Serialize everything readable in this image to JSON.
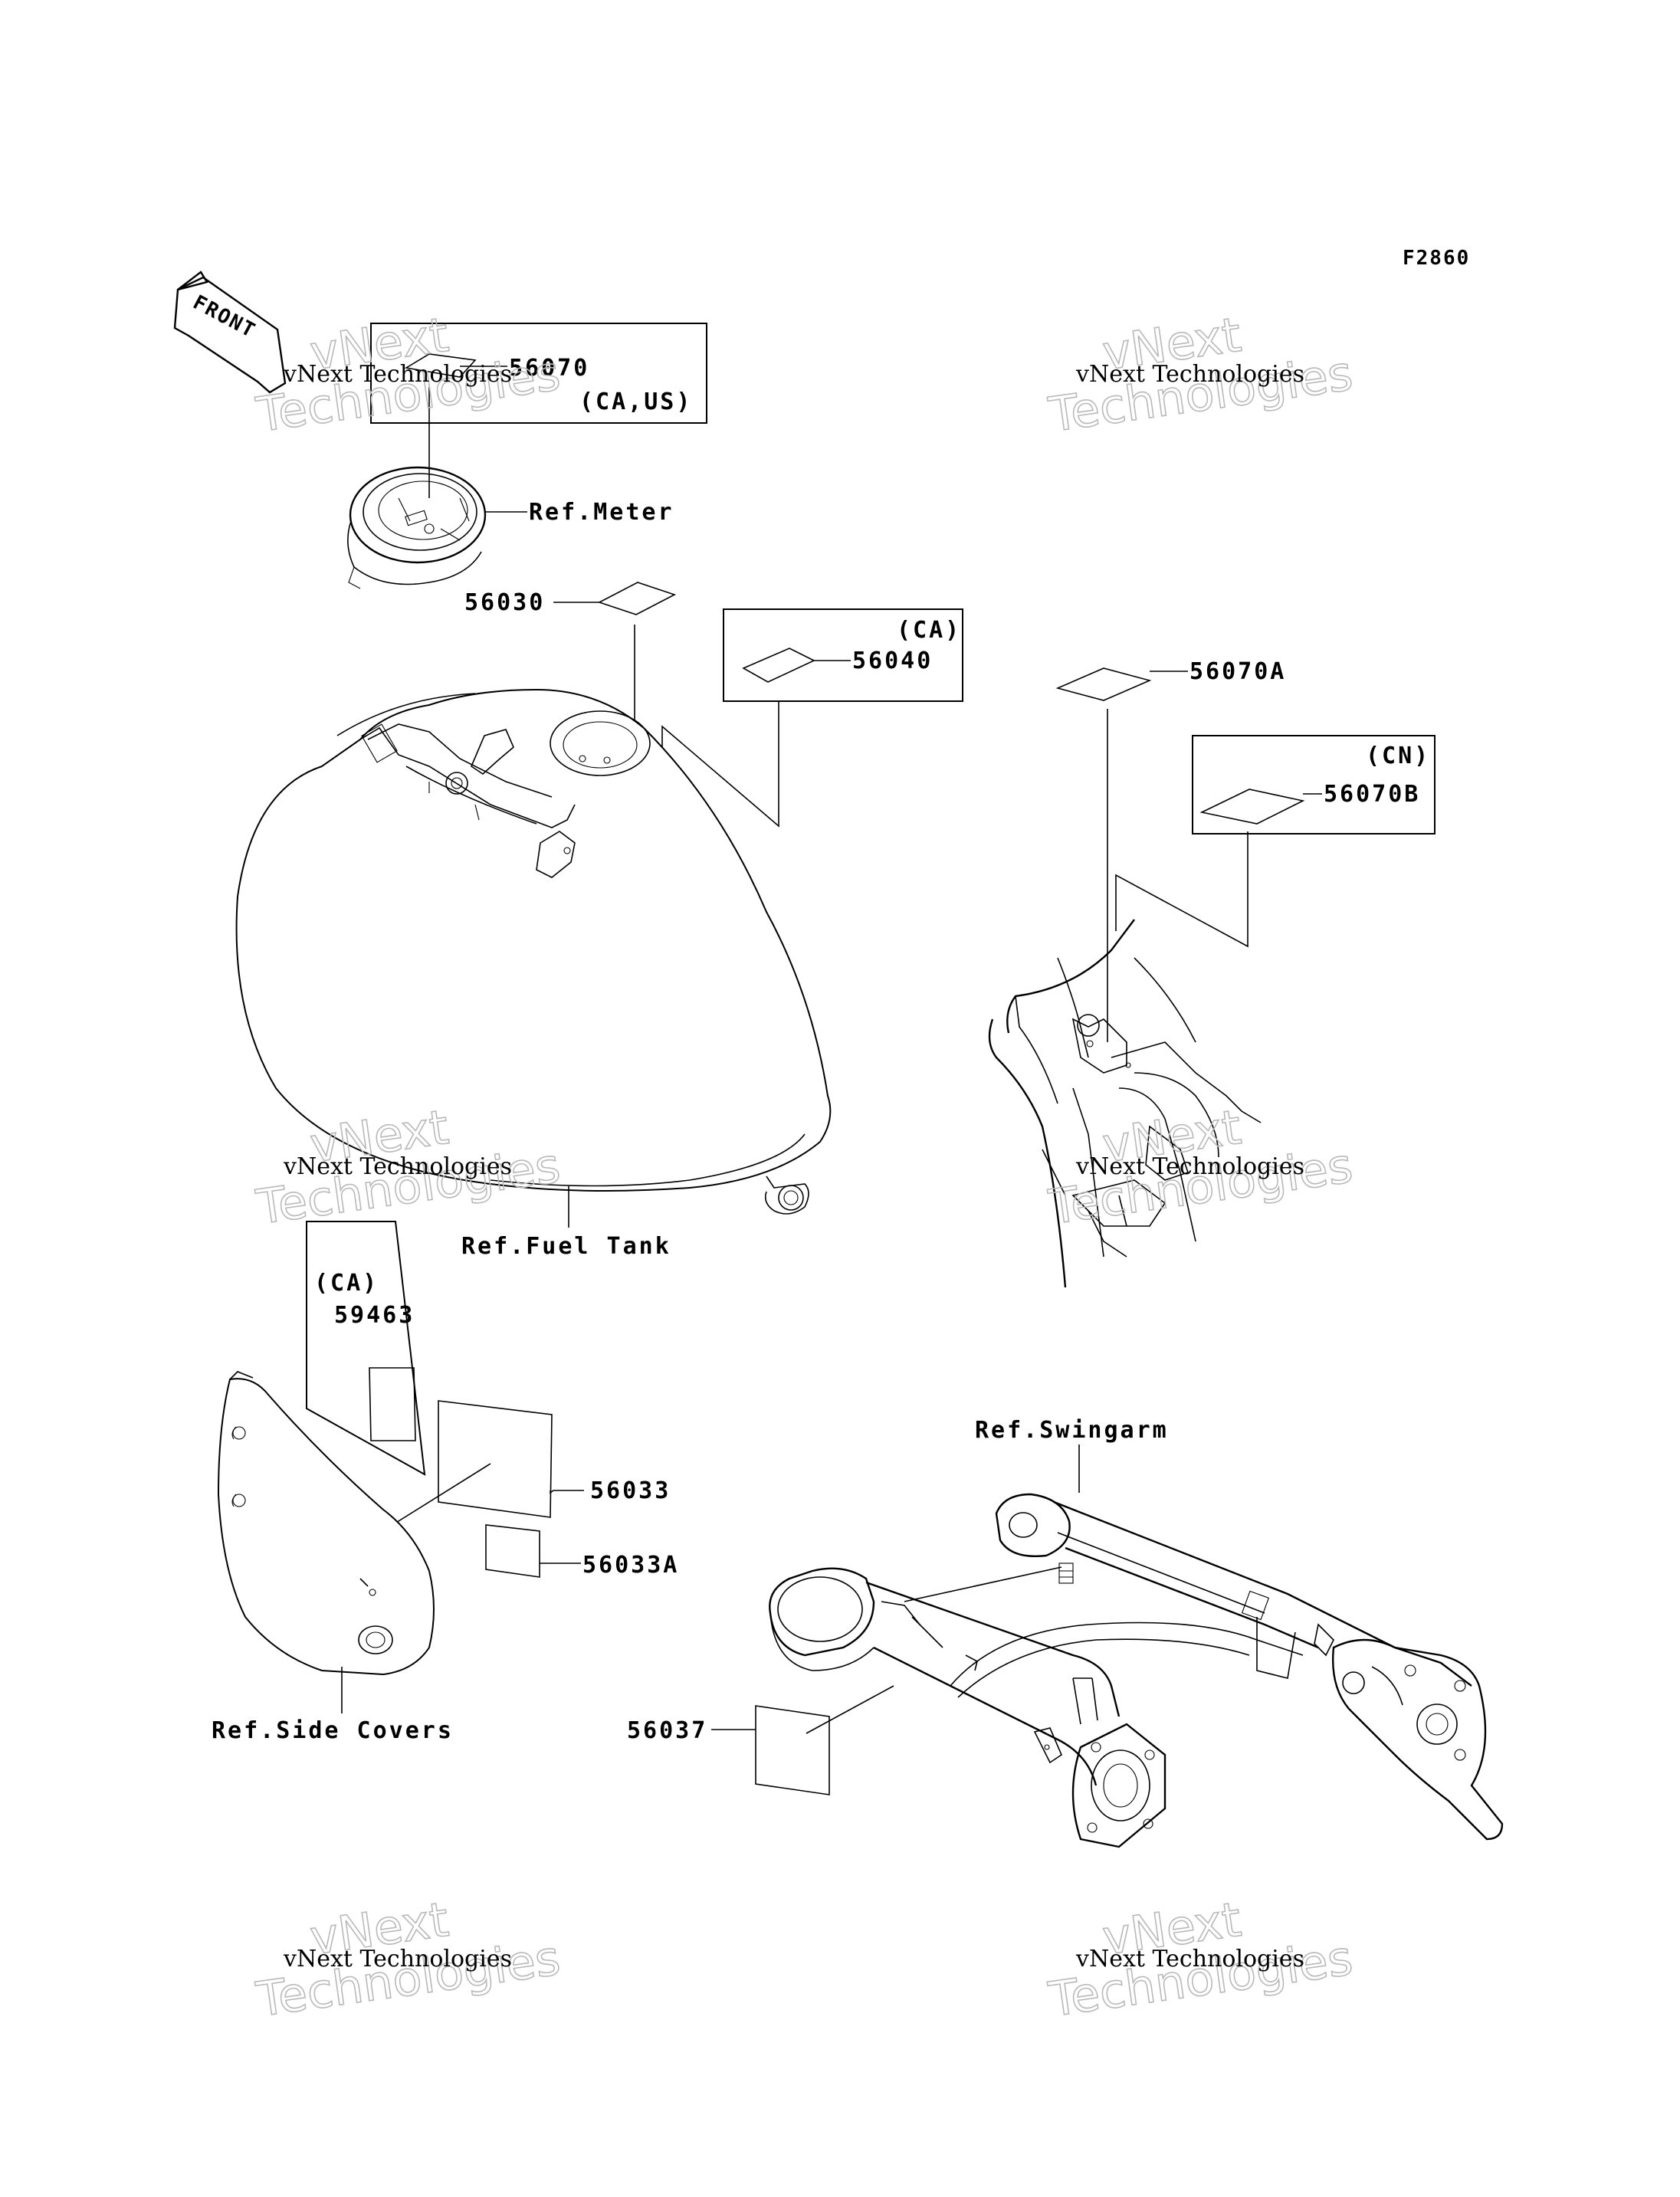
{
  "figure_code": "F2860",
  "front_arrow": {
    "label": "FRONT",
    "icon": "front-direction-arrow-icon"
  },
  "watermark": {
    "line1": "vNext Technologies",
    "line2a": "vNext",
    "line2b": "Technologies"
  },
  "refs": {
    "meter": "Ref.Meter",
    "fuel_tank": "Ref.Fuel Tank",
    "side_covers": "Ref.Side Covers",
    "swingarm": "Ref.Swingarm"
  },
  "parts": {
    "p56070": "56070",
    "p56070_note": "(CA,US)",
    "p56030": "56030",
    "p56040": "56040",
    "p56040_note": "(CA)",
    "p56070A": "56070A",
    "p56070B": "56070B",
    "p56070B_note": "(CN)",
    "p59463_note": "(CA)",
    "p59463": "59463",
    "p56033": "56033",
    "p56033A": "56033A",
    "p56037": "56037"
  }
}
